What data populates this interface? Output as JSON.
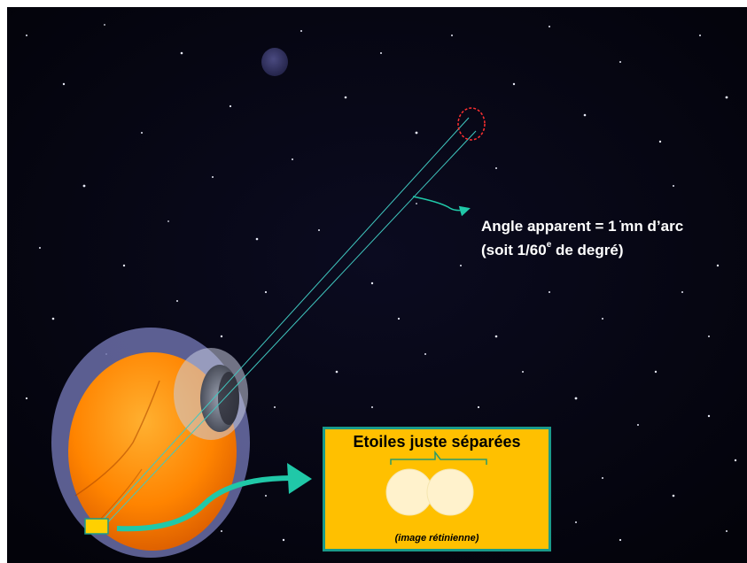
{
  "angle_label": {
    "line1": "Angle apparent = 1 mn d’arc",
    "line2_before": "(soit 1/60",
    "line2_sup": "e",
    "line2_after": " de degré)"
  },
  "inset": {
    "title": "Etoiles juste séparées",
    "caption": "(image rétinienne)"
  },
  "colors": {
    "sky": "#04040f",
    "teal_arrow": "#20c8a8",
    "inset_fill": "#ffc000",
    "inset_border": "#1a9a8a",
    "eye_orange": "#ff8a00",
    "target_circle": "#ff3030",
    "retina_square": "#ffd000"
  }
}
